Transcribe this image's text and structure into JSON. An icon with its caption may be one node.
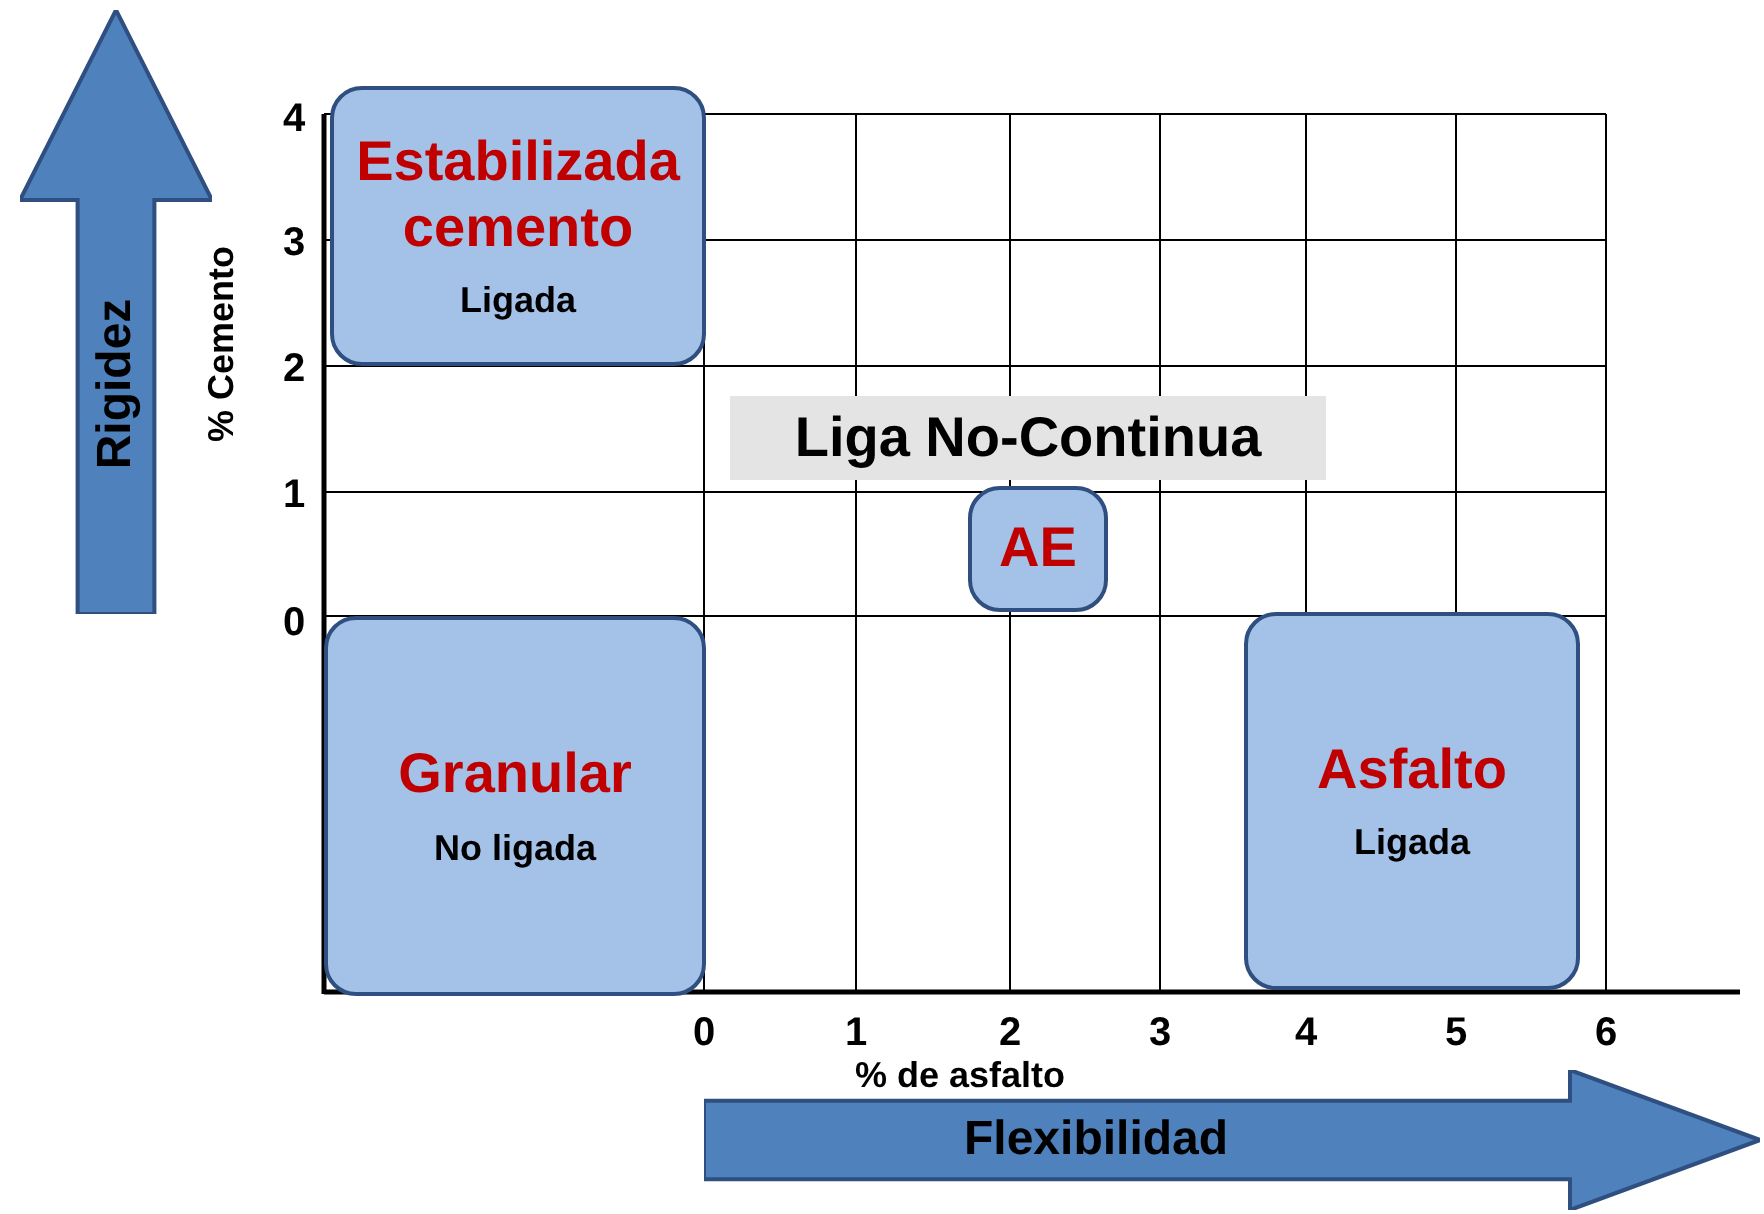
{
  "diagram": {
    "nodes": [
      {
        "text": [
          "Rigidez"
        ]
      },
      {
        "text": [
          "Estabilizada cemento",
          "Ligada"
        ]
      },
      {
        "text": [
          "Liga No-Continua"
        ]
      },
      {
        "text": [
          "AE"
        ]
      },
      {
        "text": [
          "Granular",
          "No ligada"
        ]
      },
      {
        "text": [
          "Asfalto",
          "Ligada"
        ]
      },
      {
        "text": [
          "Flexibilidad"
        ]
      }
    ],
    "edges": [],
    "labels": [
      "4",
      "3",
      "2",
      "1",
      "0",
      "% Cemento",
      "0",
      "1",
      "2",
      "3",
      "4",
      "5",
      "6",
      "% de asfalto"
    ]
  }
}
